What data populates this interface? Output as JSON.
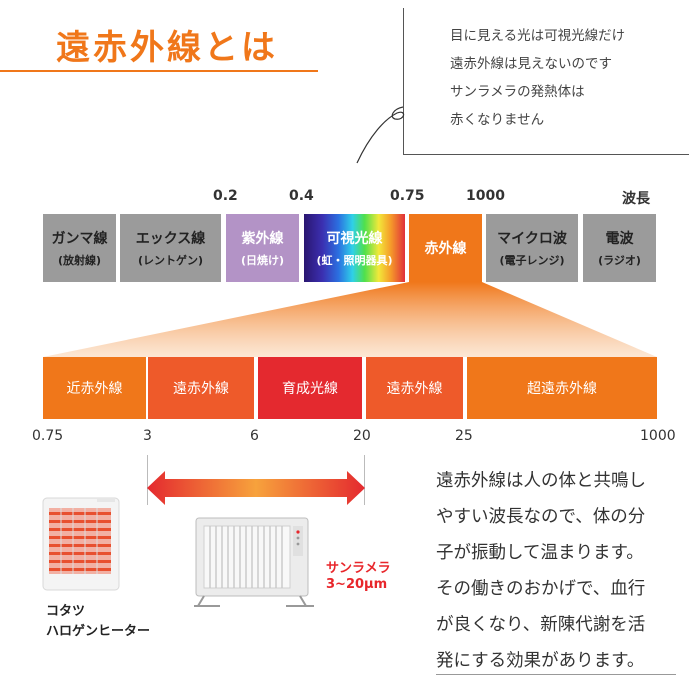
{
  "title": "遠赤外線とは",
  "colors": {
    "accent": "#f0771a",
    "gray_band": "#9b9b9b",
    "uv_band": "#b393c6",
    "red_text": "#e8262b",
    "segments": [
      "#f0771a",
      "#ee5a2a",
      "#e4292f",
      "#ee5a2a",
      "#f0771a"
    ]
  },
  "note_lines": [
    "目に見える光は可視光線だけ",
    "遠赤外線は見えないのです",
    "サンラメラの発熱体は",
    "赤くなりません"
  ],
  "wavelength_labels": [
    "0.2",
    "0.4",
    "0.75",
    "1000",
    "波長"
  ],
  "spectrum": [
    {
      "name": "ガンマ線",
      "sub": "(放射線)"
    },
    {
      "name": "エックス線",
      "sub": "(レントゲン)"
    },
    {
      "name": "紫外線",
      "sub": "(日焼け)"
    },
    {
      "name": "可視光線",
      "sub": "(虹・照明器具)"
    },
    {
      "name": "赤外線",
      "sub": ""
    },
    {
      "name": "マイクロ波",
      "sub": "(電子レンジ)"
    },
    {
      "name": "電波",
      "sub": "(ラジオ)"
    }
  ],
  "infrared_segments": [
    "近赤外線",
    "遠赤外線",
    "育成光線",
    "遠赤外線",
    "超遠赤外線"
  ],
  "infrared_ticks": [
    "0.75",
    "3",
    "6",
    "20",
    "25",
    "1000"
  ],
  "body_lines": [
    "遠赤外線は人の体と共鳴し",
    "やすい波長なので、体の分",
    "子が振動して温まります。",
    "その働きのおかげで、血行",
    "が良くなり、新陳代謝を活",
    "発にする効果があります。"
  ],
  "kotatsu_caption": [
    "コタツ",
    "ハロゲンヒーター"
  ],
  "sunlamera_caption": [
    "サンラメラ",
    "3~20μm"
  ],
  "icons": {
    "kotatsu": "halogen-heater-icon",
    "panel": "panel-heater-icon"
  }
}
